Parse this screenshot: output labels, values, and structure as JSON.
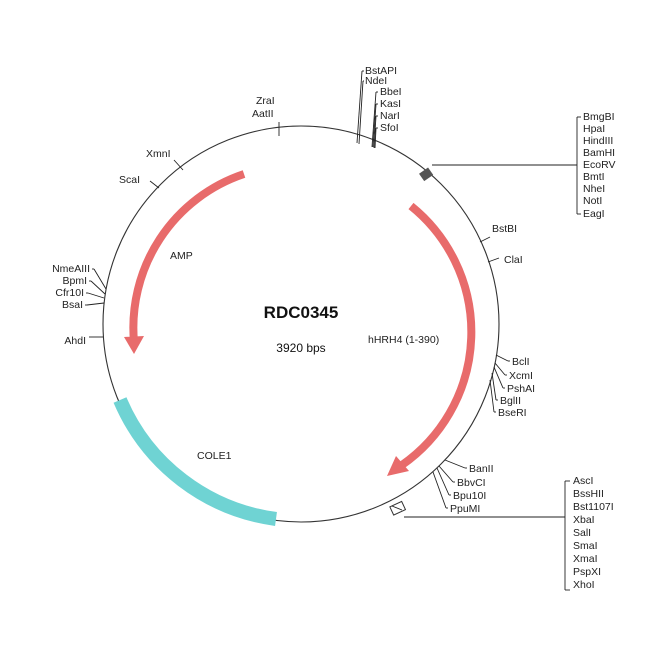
{
  "plasmid": {
    "name": "RDC0345",
    "size": "3920 bps"
  },
  "features": [
    {
      "name": "AMP",
      "color": "#e86b6b"
    },
    {
      "name": "hHRH4 (1-390)",
      "color": "#e86b6b"
    },
    {
      "name": "COLE1",
      "color": "#6fd3d3"
    }
  ],
  "sites": {
    "bstapi": "BstAPI",
    "ndei": "NdeI",
    "bbei": "BbeI",
    "kasi": "KasI",
    "nari": "NarI",
    "sfoi": "SfoI",
    "zrai": "ZraI",
    "aatii": "AatII",
    "xmni": "XmnI",
    "scai": "ScaI",
    "nmeaiii": "NmeAIII",
    "bpmi": "BpmI",
    "cfr10i": "Cfr10I",
    "bsai": "BsaI",
    "ahdi": "AhdI",
    "bstbi": "BstBI",
    "clai": "ClaI",
    "bcli": "BclI",
    "xcmi": "XcmI",
    "pshai": "PshAI",
    "bglii": "BglII",
    "bseri": "BseRI",
    "banii": "BanII",
    "bbvci": "BbvCI",
    "bpu10i": "Bpu10I",
    "ppumi": "PpuMI"
  },
  "mcs1": [
    "BmgBI",
    "HpaI",
    "HindIII",
    "BamHI",
    "EcoRV",
    "BmtI",
    "NheI",
    "NotI",
    "EagI"
  ],
  "mcs2": [
    "AscI",
    "BssHII",
    "Bst1107I",
    "XbaI",
    "SalI",
    "SmaI",
    "XmaI",
    "PspXI",
    "XhoI"
  ]
}
